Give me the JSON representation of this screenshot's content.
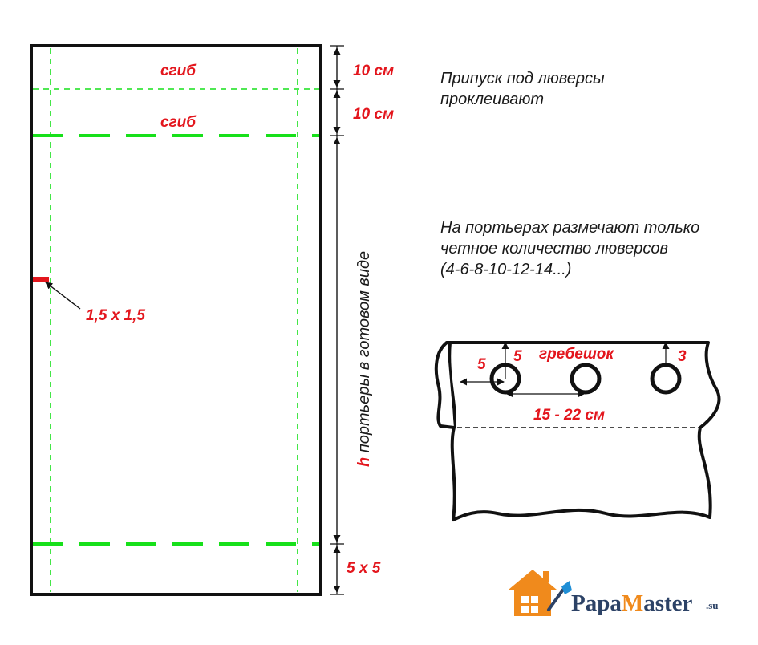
{
  "panel": {
    "fold_label_top": "сгиб",
    "fold_label_second": "сгиб",
    "grommet_mark_label": "1,5 х 1,5"
  },
  "dimensions": {
    "top_allowance": "10 см",
    "second_allowance": "10 см",
    "height_letter": "h",
    "height_text": " портьеры в готовом виде",
    "bottom_hem": "5 х 5"
  },
  "notes": {
    "note1_line1": "Припуск под люверсы",
    "note1_line2": "проклеивают",
    "note2_line1": "На портьерах размечают только",
    "note2_line2": "четное количество люверсов",
    "note2_line3": "(4-6-8-10-12-14...)"
  },
  "detail": {
    "left_offset": "5",
    "top_offset": "5",
    "scallop_label": "гребешок",
    "ring_offset": "3",
    "spacing": "15 - 22 см"
  },
  "logo": {
    "brand_prefix": "Papa",
    "brand_accent": "M",
    "brand_suffix": "aster",
    "domain": ".su"
  },
  "colors": {
    "dimension_red": "#e3161d",
    "fold_green": "#17e01a",
    "outline": "#111111",
    "logo_orange": "#f08a1c",
    "logo_text": "#2c4266"
  }
}
